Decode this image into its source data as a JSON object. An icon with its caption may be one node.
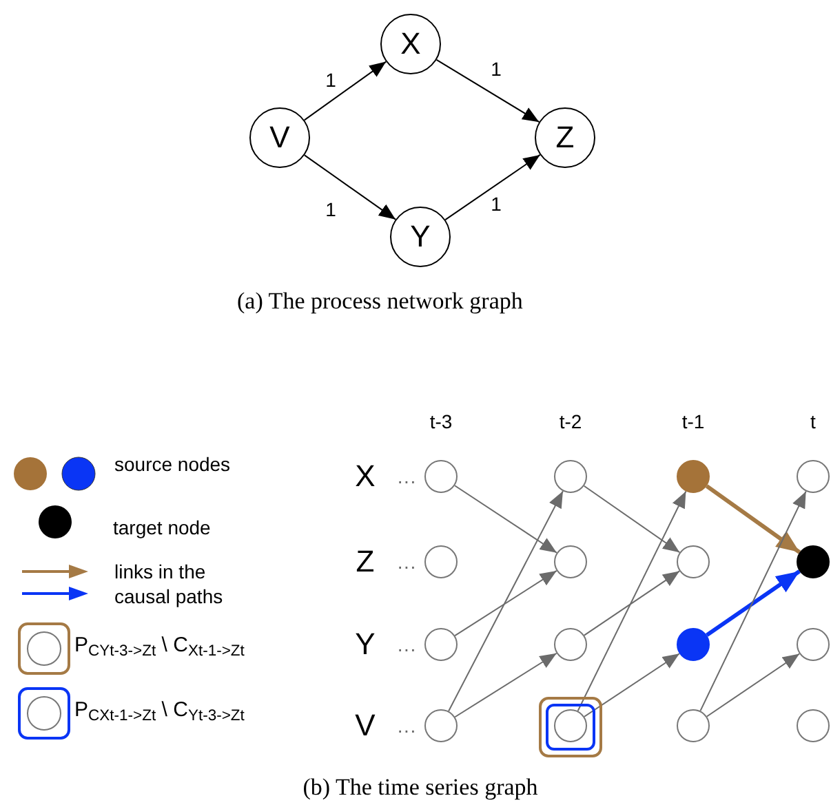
{
  "diagram": {
    "nodes": [
      {
        "text": [
          "V"
        ]
      },
      {
        "text": [
          "X"
        ]
      },
      {
        "text": [
          "Y"
        ]
      },
      {
        "text": [
          "Z"
        ]
      },
      {
        "text": [],
        "shape": "circle",
        "beside": [
          "···"
        ]
      },
      {
        "text": [],
        "shape": "circle"
      },
      {
        "text": [],
        "shape": "circle"
      },
      {
        "text": [],
        "shape": "circle"
      },
      {
        "text": [],
        "shape": "circle",
        "beside": [
          "···"
        ]
      },
      {
        "text": [],
        "shape": "circle"
      },
      {
        "text": [],
        "shape": "circle"
      },
      {
        "text": [],
        "shape": "circle"
      },
      {
        "text": [],
        "shape": "circle",
        "beside": [
          "···"
        ]
      },
      {
        "text": [],
        "shape": "circle"
      },
      {
        "text": [],
        "shape": "circle"
      },
      {
        "text": [],
        "shape": "circle"
      },
      {
        "text": [],
        "shape": "circle",
        "beside": [
          "···"
        ]
      },
      {
        "text": [],
        "shape": "circle"
      },
      {
        "text": [],
        "shape": "circle"
      },
      {
        "text": [],
        "shape": "circle"
      }
    ],
    "edges": [
      {
        "from": 0,
        "to": 1,
        "arrow": "to",
        "label": "1",
        "color": "#000000"
      },
      {
        "from": 1,
        "to": 3,
        "arrow": "to",
        "label": "1",
        "color": "#000000"
      },
      {
        "from": 0,
        "to": 2,
        "arrow": "to",
        "label": "1",
        "color": "#000000"
      },
      {
        "from": 2,
        "to": 3,
        "arrow": "to",
        "label": "1",
        "color": "#000000"
      },
      {
        "from": 4,
        "to": 9,
        "arrow": "to"
      },
      {
        "from": 16,
        "to": 5,
        "arrow": "to"
      },
      {
        "from": 12,
        "to": 9,
        "arrow": "to"
      },
      {
        "from": 16,
        "to": 13,
        "arrow": "to"
      },
      {
        "from": 5,
        "to": 10,
        "arrow": "to"
      },
      {
        "from": 17,
        "to": 6,
        "arrow": "to"
      },
      {
        "from": 13,
        "to": 10,
        "arrow": "to"
      },
      {
        "from": 17,
        "to": 14,
        "arrow": "to"
      },
      {
        "from": 6,
        "to": 11,
        "arrow": "to",
        "style": "thick",
        "color": "#a57a45"
      },
      {
        "from": 14,
        "to": 11,
        "arrow": "to",
        "style": "thick",
        "color": "#0a35f5"
      },
      {
        "from": 18,
        "to": 7,
        "arrow": "to"
      },
      {
        "from": 18,
        "to": 15,
        "arrow": "to"
      }
    ],
    "labels": [
      "(a) The process network graph",
      "t-3",
      "t-2",
      "t-1",
      "t",
      "X",
      "Z",
      "Y",
      "V",
      "(b) The time series graph"
    ],
    "legend": [
      {
        "text": "source nodes"
      },
      {
        "text": "target node",
        "color": "#000000"
      },
      {
        "text": "links in the causal paths"
      },
      {
        "text": "P$_{CYt-3->Zt}$ \\ C$_{Xt-1->Zt}$"
      },
      {
        "text": "P$_{CXt-1->Zt}$ \\ C$_{Yt-3->Zt}$"
      }
    ]
  }
}
